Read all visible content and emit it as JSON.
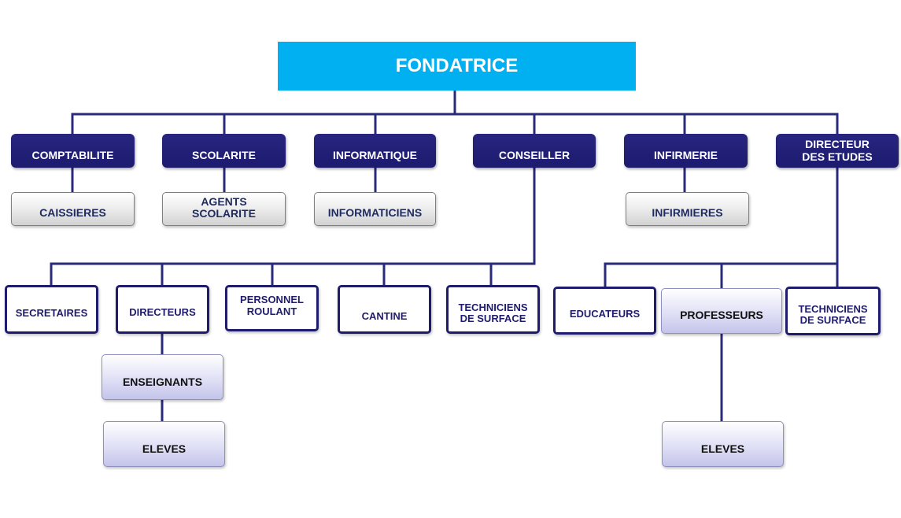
{
  "title": "FONDATRICE",
  "departments": {
    "comptabilite": "COMPTABILITE",
    "scolarite": "SCOLARITE",
    "informatique": "INFORMATIQUE",
    "conseiller": "CONSEILLER",
    "infirmerie": "INFIRMERIE",
    "directeur_etudes": "DIRECTEUR\nDES ETUDES"
  },
  "sub_units": {
    "caissieres": "CAISSIERES",
    "agents_scolarite": "AGENTS\nSCOLARITE",
    "informaticiens": "INFORMATICIENS",
    "infirmieres": "INFIRMIERES"
  },
  "conseiller_staff": {
    "secretaires": "SECRETAIRES",
    "directeurs": "DIRECTEURS",
    "personnel_roulant": "PERSONNEL\nROULANT",
    "cantine": "CANTINE",
    "techniciens_surface": "TECHNICIENS\nDE SURFACE"
  },
  "directeur_staff": {
    "educateurs": "EDUCATEURS",
    "professeurs": "PROFESSEURS",
    "techniciens_surface": "TECHNICIENS\nDE SURFACE"
  },
  "chain_left": {
    "enseignants": "ENSEIGNANTS",
    "eleves": "ELEVES"
  },
  "chain_right": {
    "eleves": "ELEVES"
  },
  "colors": {
    "top": "#00b0f0",
    "department": "#211f75",
    "connector": "#2a2a7a",
    "outline": "#1f1c6d"
  }
}
